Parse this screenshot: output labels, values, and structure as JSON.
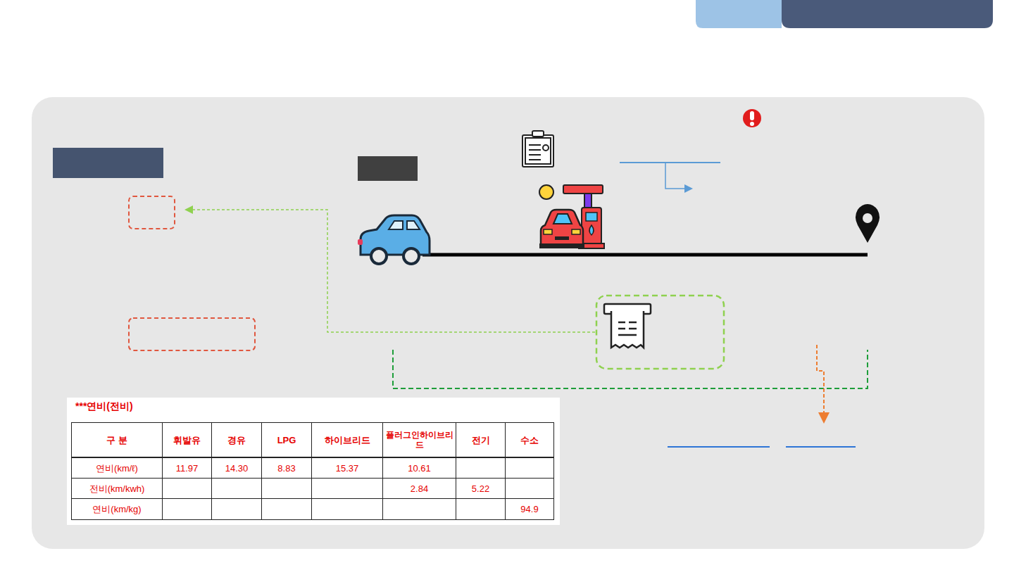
{
  "diagram": {
    "labels": [
      "***연비(전비)",
      "구 분",
      "휘발유",
      "경유",
      "LPG",
      "하이브리드",
      "플러그인하이브리드",
      "전기",
      "수소",
      "연비(km/ℓ)",
      "11.97",
      "14.30",
      "8.83",
      "15.37",
      "10.61",
      "전비(km/kwh)",
      "2.84",
      "5.22",
      "연비(km/kg)",
      "94.9"
    ]
  }
}
